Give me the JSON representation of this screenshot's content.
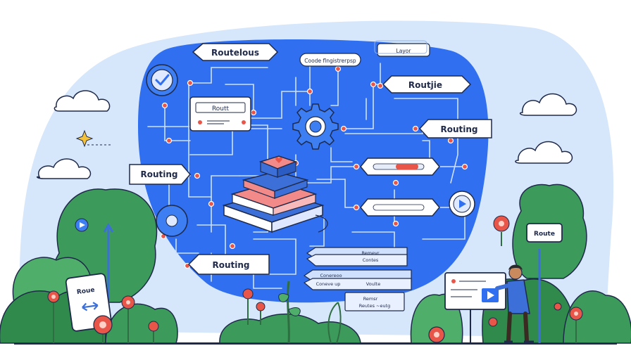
{
  "labels": {
    "routelous": "Routelous",
    "code_tag": "Coode flngistrerpsp",
    "layer": "Layor",
    "routjie": "Routjie",
    "routt": "Routt",
    "routing_right": "Routing",
    "routing_left": "Routing",
    "routing_bottom": "Routing",
    "board_line1": "Remevr",
    "board_line2": "Contes",
    "board_line3": "Conereoo",
    "board_line4": "Coneve up",
    "board_line5": "Voulte",
    "board_line6": "Remsr",
    "board_line7": "Reutes  ~eutg",
    "phone_label": "Roue",
    "sign_label": "Route"
  },
  "colors": {
    "panel_blue": "#2f6ff0",
    "sky": "#d6e6fb",
    "tree_green": "#3c9a5a",
    "tree_light": "#6cc07a",
    "accent_red": "#e8564a",
    "card_white": "#ffffff",
    "line_white": "#e9f0ff"
  },
  "icons": {
    "checkmark": "check-icon",
    "gear": "gear-icon",
    "play": "play-icon",
    "server": "server-stack-icon"
  }
}
